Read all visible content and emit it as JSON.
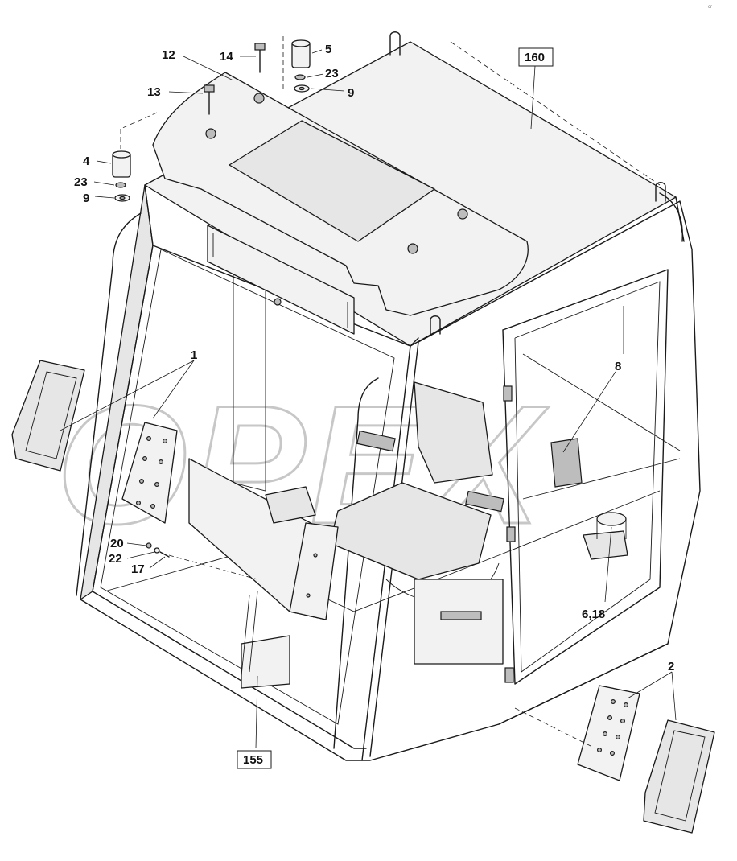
{
  "watermark": "OPEX",
  "corner_mark": "cr",
  "labels": {
    "p1": "1",
    "p2": "2",
    "p4": "4",
    "p5": "5",
    "p6_18": "6,18",
    "p8": "8",
    "p9a": "9",
    "p9b": "9",
    "p12": "12",
    "p13": "13",
    "p14": "14",
    "p17": "17",
    "p20": "20",
    "p22": "22",
    "p23a": "23",
    "p23b": "23",
    "p155": "155",
    "p160": "160"
  }
}
